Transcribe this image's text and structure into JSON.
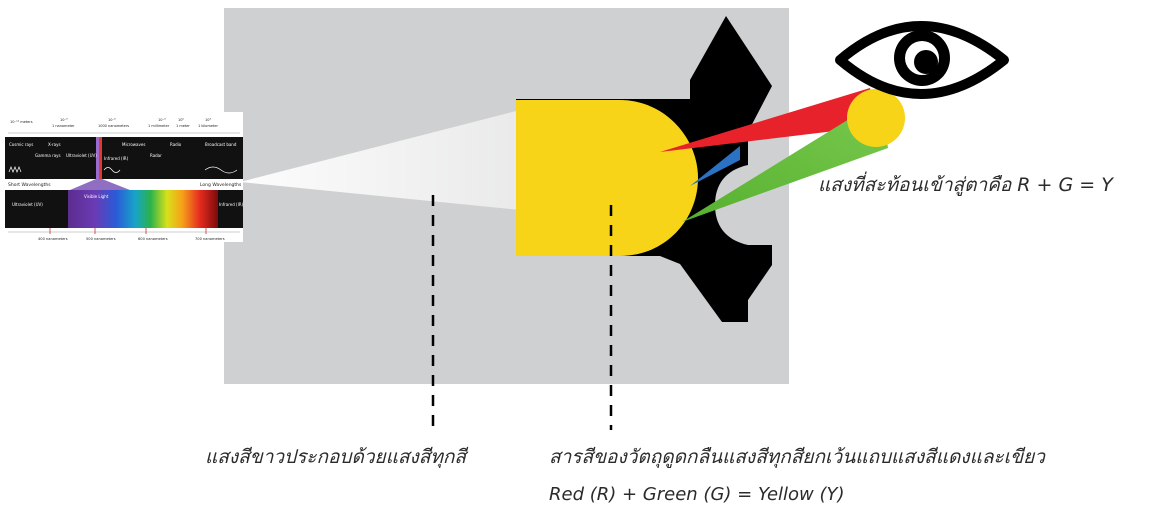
{
  "captions": {
    "reflected_light": "แสงที่สะท้อนเข้าสู่ตาคือ R + G = Y",
    "white_light": "แสงสีขาวประกอบด้วยแสงสีทุกสี",
    "pigment": "สารสีของวัตถุดูดกลืนแสงสีทุกสียกเว้นแถบแสงสีแดงและเขียว",
    "formula": "Red (R) + Green (G) = Yellow (Y)"
  },
  "spectrum": {
    "top_scale": [
      "10⁻¹² meters",
      "10⁻⁹",
      "10⁻⁶",
      "10⁻³",
      "10⁰",
      "10³"
    ],
    "top_scale_units": [
      "",
      "1 nanometer",
      "1000 nanometers",
      "1 millimeter",
      "1 meter",
      "1 kilometer"
    ],
    "bands": [
      "Cosmic rays",
      "X-rays",
      "Gamma rays",
      "Ultraviolet (UV)",
      "Infrared (IR)",
      "Microwaves",
      "Radar",
      "Radio",
      "Broadcast band"
    ],
    "short_label": "Short Wavelengths",
    "long_label": "Long Wavelengths",
    "visible_label": "Visible Light",
    "ultraviolet_label": "Ultraviolet (UV)",
    "infrared_label": "Infrared (IR)",
    "bottom_scale": [
      "400 nanometers",
      "500 nanometers",
      "600 nanometers",
      "700 nanometers"
    ]
  },
  "colors": {
    "panel_gray": "#cfd0d1",
    "object_yellow": "#f7d417",
    "red_ray": "#e8222a",
    "green_ray": "#5cb538",
    "blue_ray": "#2b72c4",
    "black": "#000000"
  }
}
